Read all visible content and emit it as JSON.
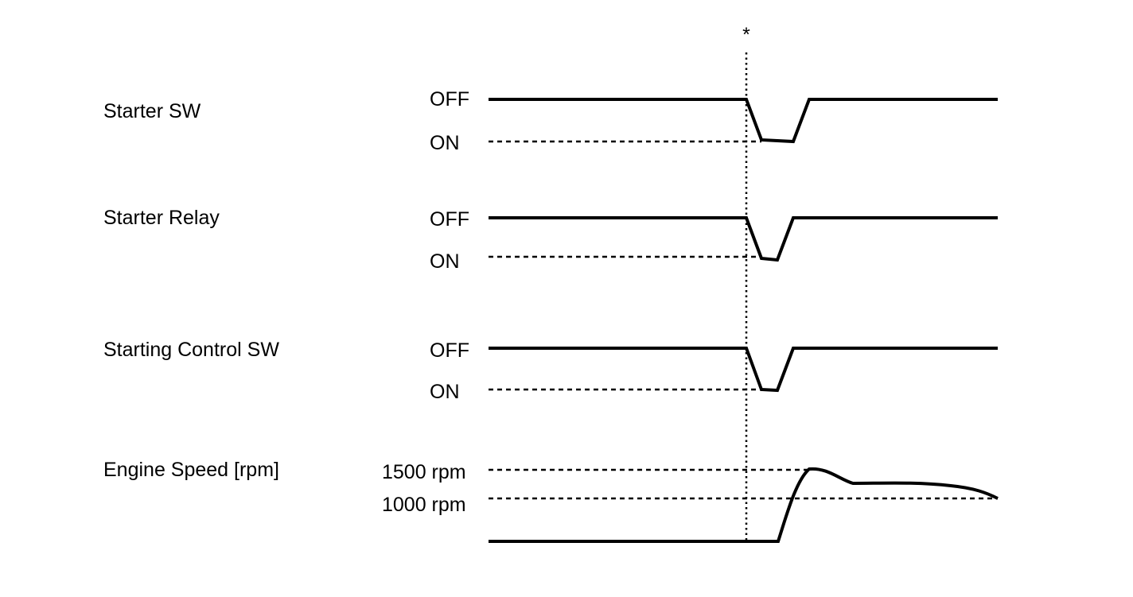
{
  "marker": {
    "symbol": "*"
  },
  "signals": [
    {
      "id": "starter-sw",
      "name": "Starter SW",
      "levels": [
        "OFF",
        "ON"
      ]
    },
    {
      "id": "starter-relay",
      "name": "Starter Relay",
      "levels": [
        "OFF",
        "ON"
      ]
    },
    {
      "id": "starting-control-sw",
      "name": "Starting Control SW",
      "levels": [
        "OFF",
        "ON"
      ]
    },
    {
      "id": "engine-speed",
      "name": "Engine Speed [rpm]",
      "levels": [
        "1500 rpm",
        "1000 rpm"
      ]
    }
  ],
  "colors": {
    "line": "#000000",
    "background": "#ffffff"
  }
}
